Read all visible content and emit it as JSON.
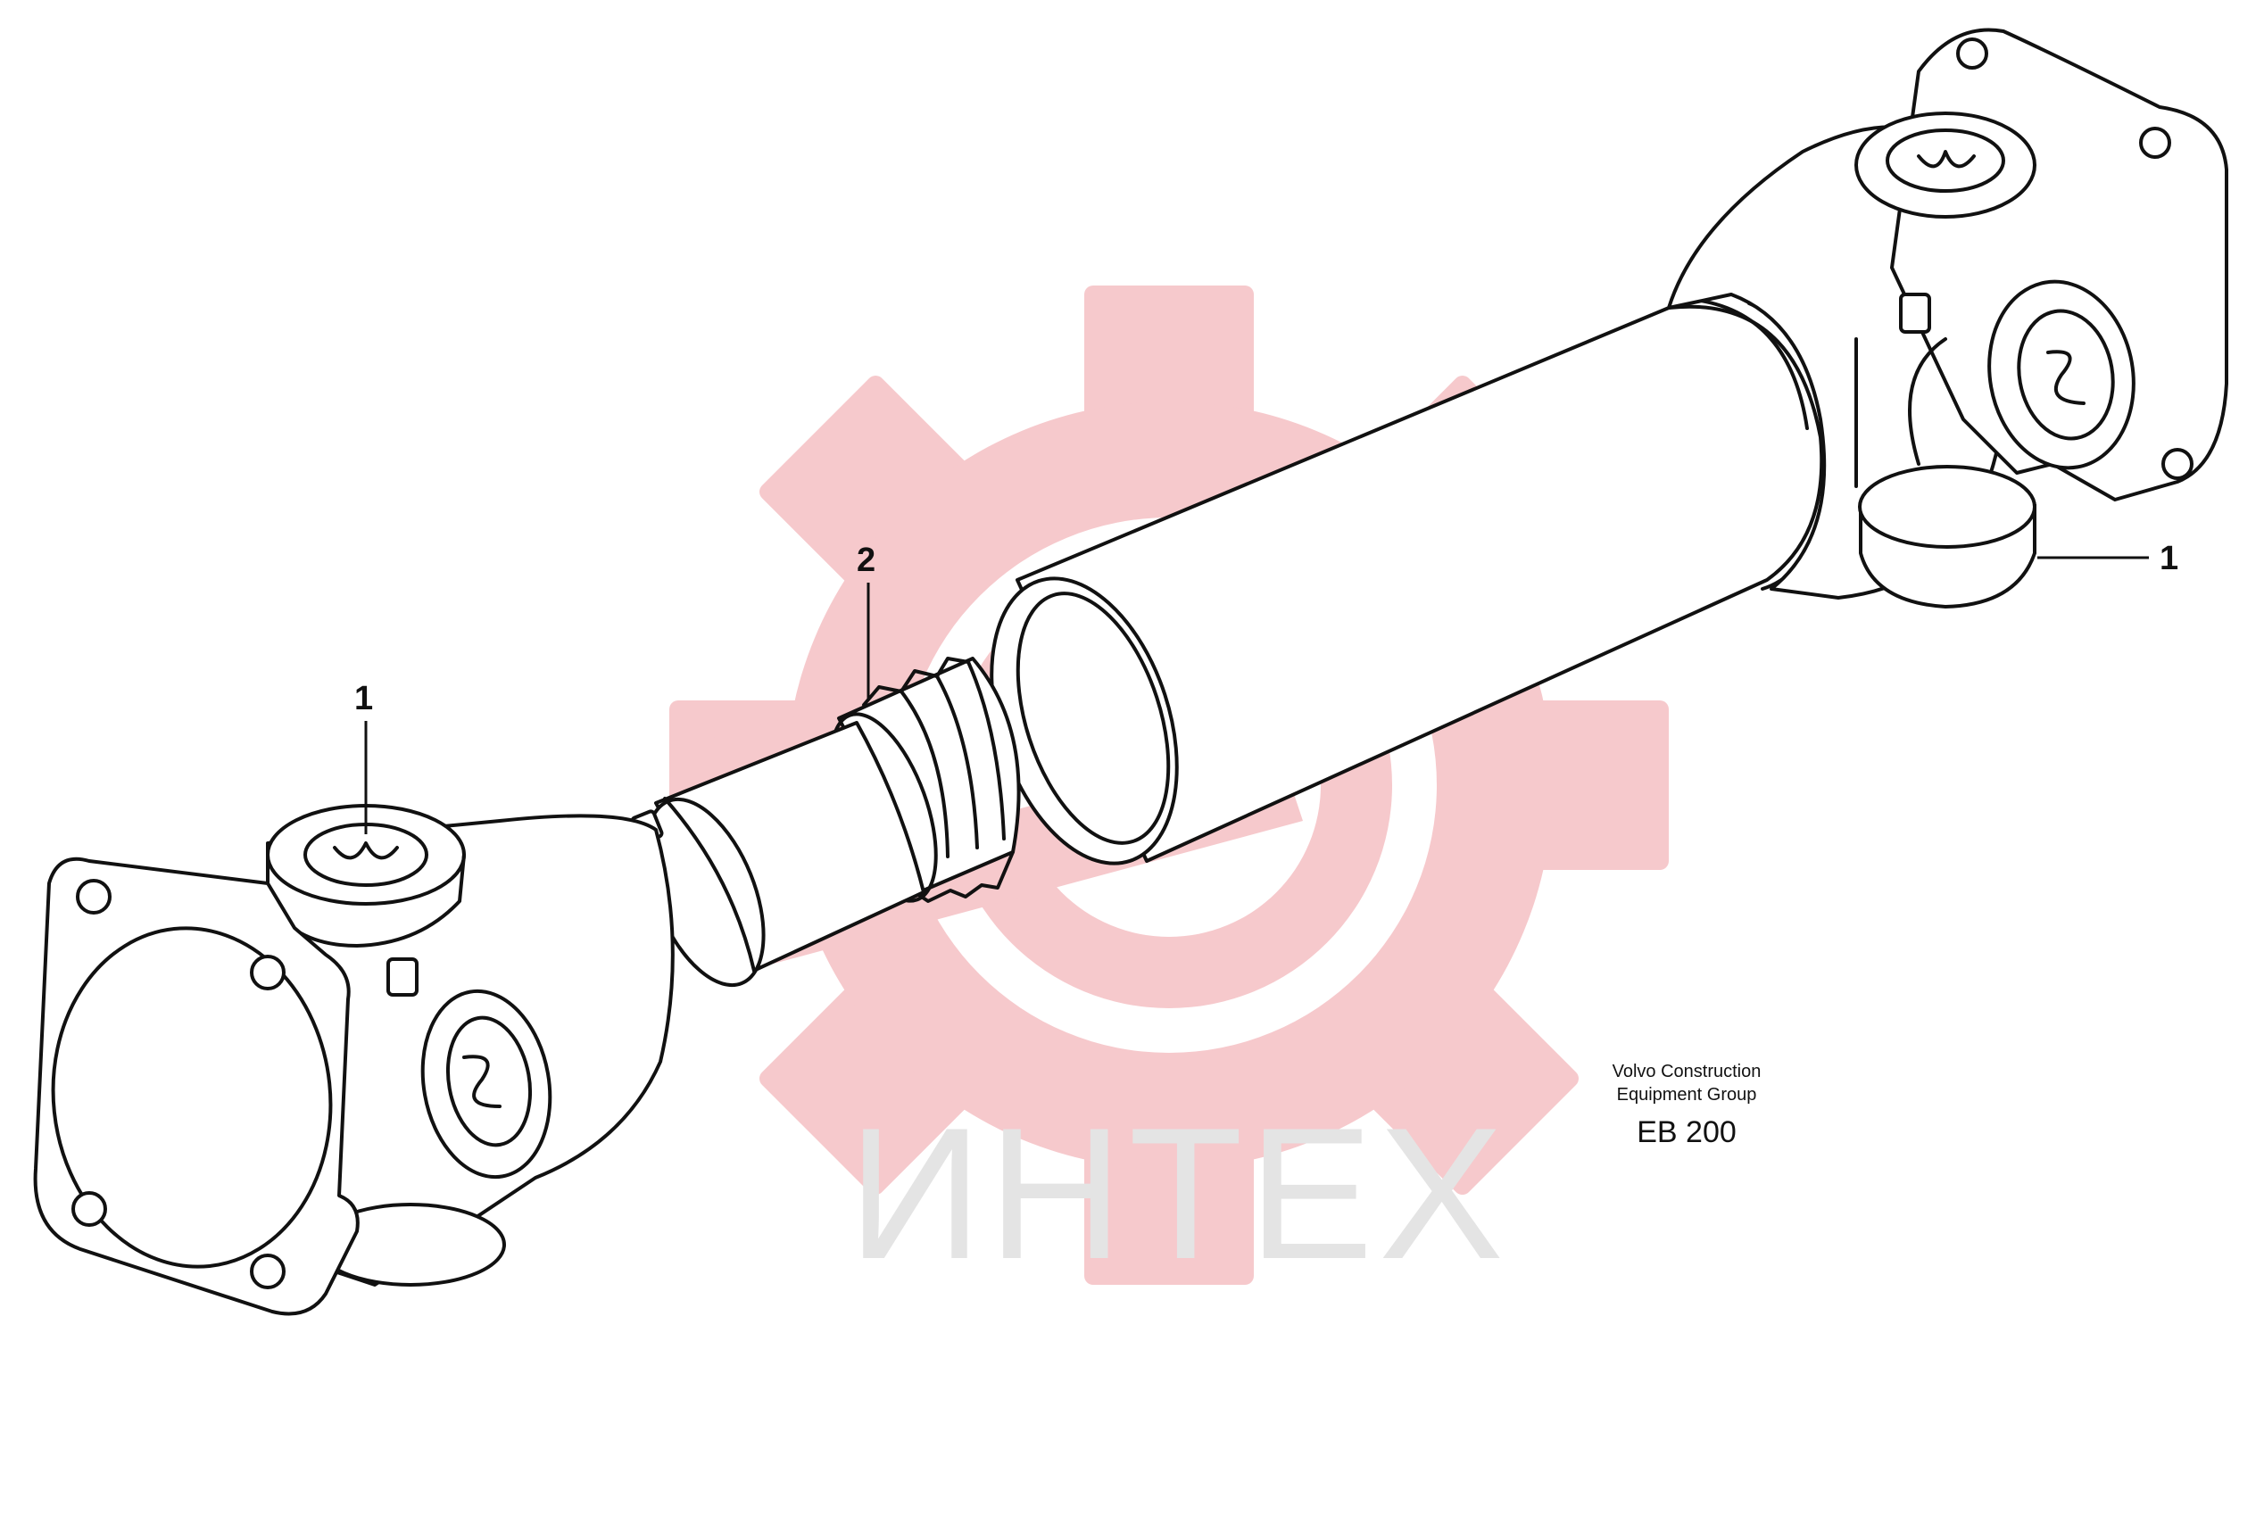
{
  "callouts": [
    {
      "id": "c1-left",
      "label": "1"
    },
    {
      "id": "c2",
      "label": "2"
    },
    {
      "id": "c1-right",
      "label": "1"
    }
  ],
  "credit": {
    "line1": "Volvo Construction",
    "line2": "Equipment Group",
    "code": "EB 200"
  },
  "watermark": {
    "text": "ИНТЕХ",
    "gear_color": "#f6c9cc",
    "text_color": "#e4e4e4"
  }
}
